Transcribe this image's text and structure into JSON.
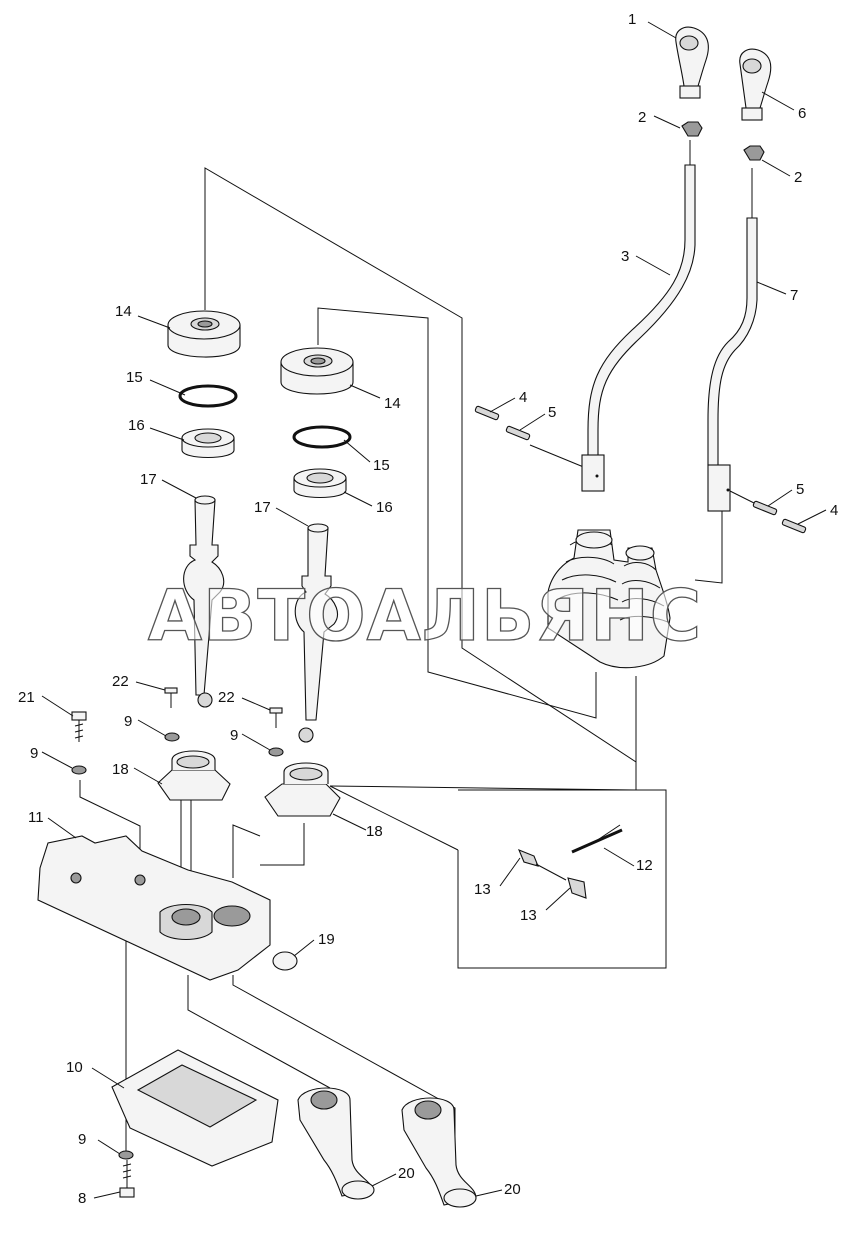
{
  "watermark": "АВТОАЛЬЯНС",
  "callouts": [
    "1",
    "2",
    "3",
    "4",
    "5",
    "6",
    "2",
    "7",
    "5",
    "4",
    "14",
    "15",
    "16",
    "17",
    "14",
    "15",
    "16",
    "17",
    "22",
    "21",
    "9",
    "9",
    "22",
    "9",
    "18",
    "18",
    "11",
    "12",
    "13",
    "13",
    "19",
    "10",
    "9",
    "8",
    "20",
    "20"
  ]
}
